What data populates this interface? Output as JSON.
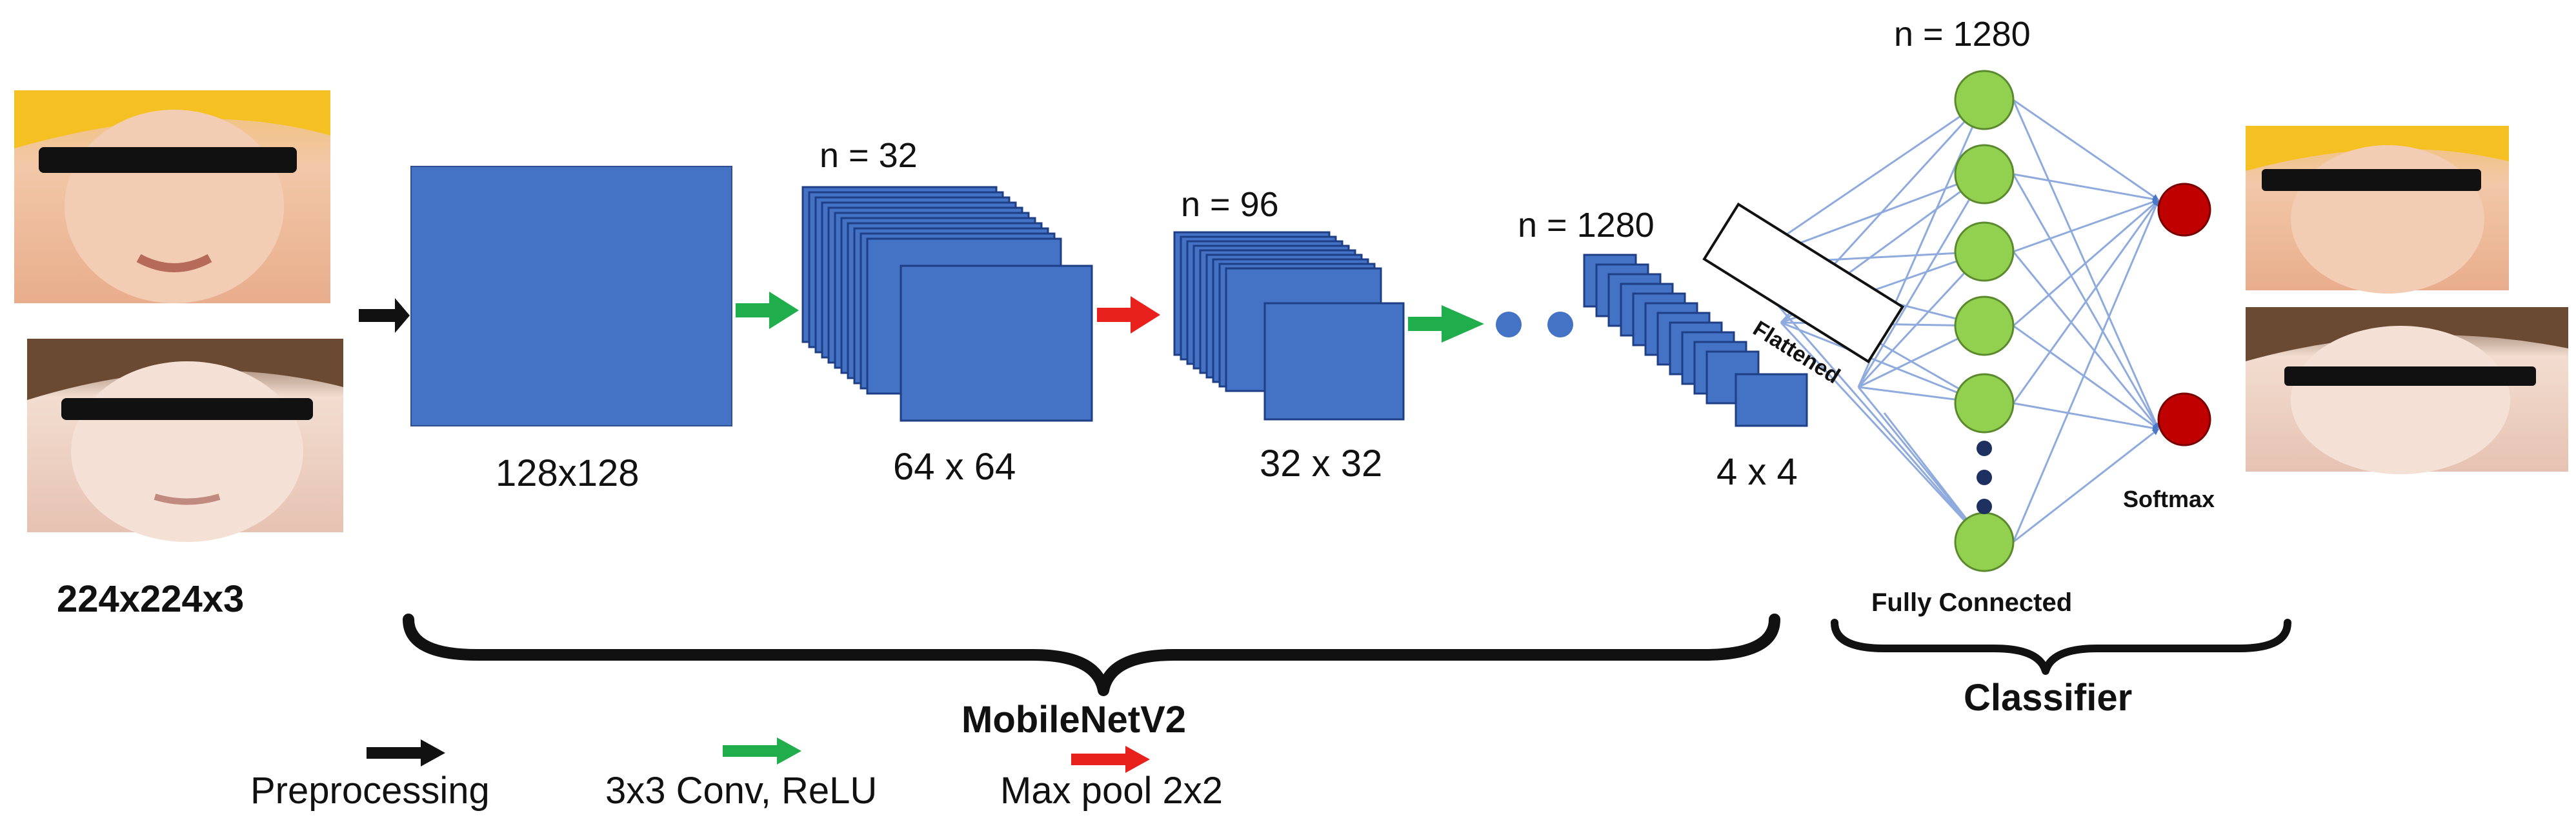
{
  "input": {
    "dims": "224x224x3"
  },
  "layers": [
    {
      "size": "128x128",
      "n": ""
    },
    {
      "size": "64 x 64",
      "n": "n = 32"
    },
    {
      "size": "32 x 32",
      "n": "n = 96"
    },
    {
      "size": "4 x 4",
      "n": "n = 1280"
    }
  ],
  "flatten": {
    "label": "Flattened"
  },
  "fc": {
    "n": "n = 1280",
    "label": "Fully Connected"
  },
  "softmax": {
    "label": "Softmax"
  },
  "groups": {
    "backbone": "MobileNetV2",
    "classifier": "Classifier"
  },
  "legend": {
    "items": [
      {
        "label": "Preprocessing",
        "color": "#111111"
      },
      {
        "label": "3x3 Conv, ReLU",
        "color": "#1fae4b"
      },
      {
        "label": "Max pool 2x2",
        "color": "#e8211c"
      }
    ]
  },
  "colors": {
    "block": "#4472c4",
    "block_edge": "#2f4f8f",
    "node": "#92d050",
    "output_node": "#c00000",
    "edge": "#8faadc"
  },
  "icons": {
    "input_photos": "child-face-photo",
    "output_photos": "child-face-photo"
  }
}
